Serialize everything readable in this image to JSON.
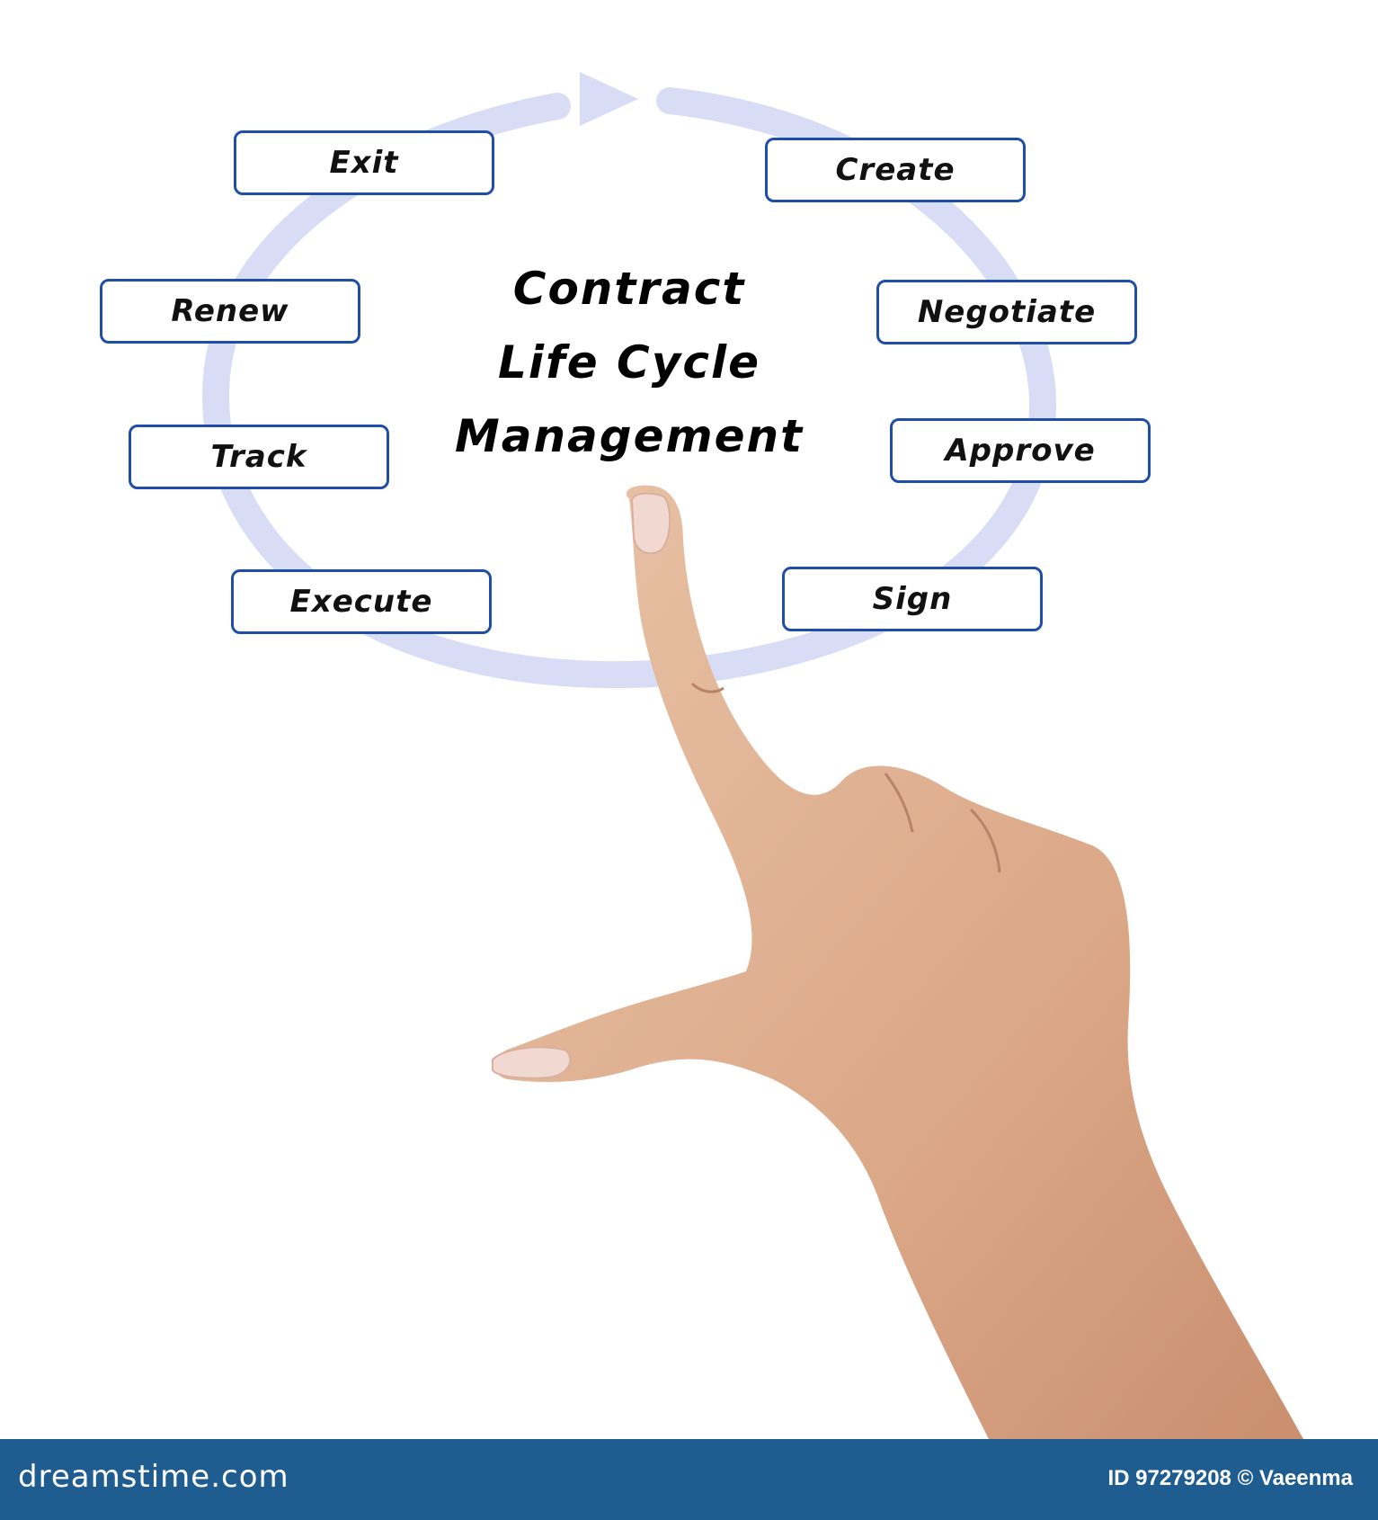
{
  "diagram": {
    "title_lines": [
      "Contract",
      "Life Cycle",
      "Management"
    ],
    "stages": {
      "exit": "Exit",
      "create": "Create",
      "renew": "Renew",
      "negotiate": "Negotiate",
      "track": "Track",
      "approve": "Approve",
      "execute": "Execute",
      "sign": "Sign"
    },
    "box_border_color": "#1f4ea8",
    "cycle_color": "#d9dcf5"
  },
  "footer": {
    "brand": "dreamstime.com",
    "image_credit": "ID 97279208 © Vaeenma",
    "background_color": "#1f5d91"
  }
}
